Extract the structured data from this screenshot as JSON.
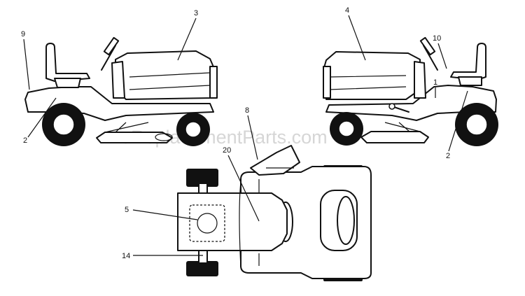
{
  "watermark": "eReplacementParts.com",
  "callouts": {
    "left_9": "9",
    "left_3": "3",
    "left_2": "2",
    "right_4": "4",
    "right_10": "10",
    "right_1": "1",
    "right_2": "2",
    "top_8": "8",
    "top_20": "20",
    "top_5": "5",
    "top_14": "14"
  }
}
